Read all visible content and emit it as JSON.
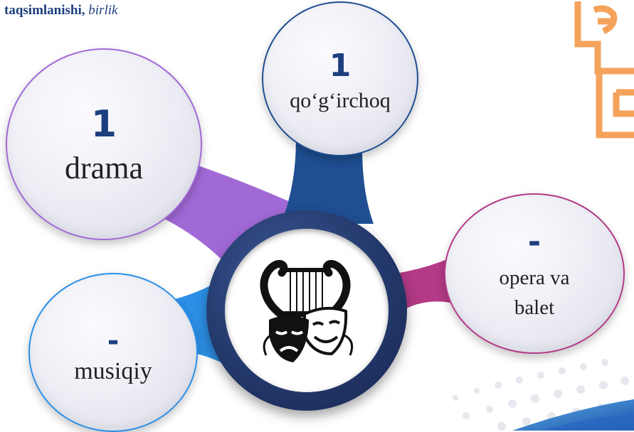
{
  "header": {
    "bold": "taqsimlanishi,",
    "italic": "birlik"
  },
  "nodes": {
    "drama": {
      "number": "1",
      "label": "drama"
    },
    "qogirchoq": {
      "number": "1",
      "label": "qo‘g‘irchoq"
    },
    "opera": {
      "number": "-",
      "line1": "opera va",
      "line2": "balet"
    },
    "musiqiy": {
      "number": "-",
      "label": "musiqiy"
    }
  },
  "center_icon": "lyre-theatre-masks-icon",
  "corner_icon": "theatre-award-icon",
  "colors": {
    "drama": "#a169d6",
    "qogirchoq": "#1f4e91",
    "opera": "#b33a86",
    "musiqiy": "#2d8fe6",
    "hub": "#23386b",
    "text_blue": "#1d3f7e",
    "corner": "#f5a25b"
  }
}
